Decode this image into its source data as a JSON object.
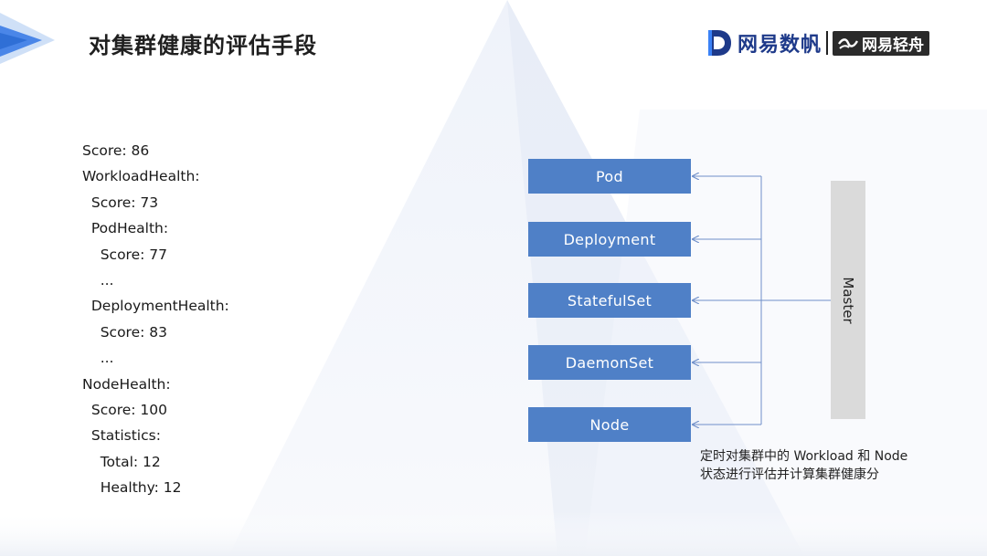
{
  "slide": {
    "title": "对集群健康的评估手段"
  },
  "logo": {
    "brand_primary": "网易数帆",
    "brand_secondary": "网易轻舟",
    "accent_color": "#1e3a8a"
  },
  "health_yaml": {
    "lines": [
      "Score: 86",
      "WorkloadHealth:",
      "  Score: 73",
      "  PodHealth:",
      "    Score: 77",
      "    ...",
      "  DeploymentHealth:",
      "    Score: 83",
      "    ...",
      "NodeHealth:",
      "  Score: 100",
      "  Statistics:",
      "    Total: 12",
      "    Healthy: 12"
    ]
  },
  "diagram": {
    "resources": [
      "Pod",
      "Deployment",
      "StatefulSet",
      "DaemonSet",
      "Node"
    ],
    "master_label": "Master",
    "box_color": "#4f80c7",
    "line_color": "#6f8fc9",
    "caption": [
      "定时对集群中的 Workload 和 Node",
      "状态进行评估并计算集群健康分"
    ]
  }
}
